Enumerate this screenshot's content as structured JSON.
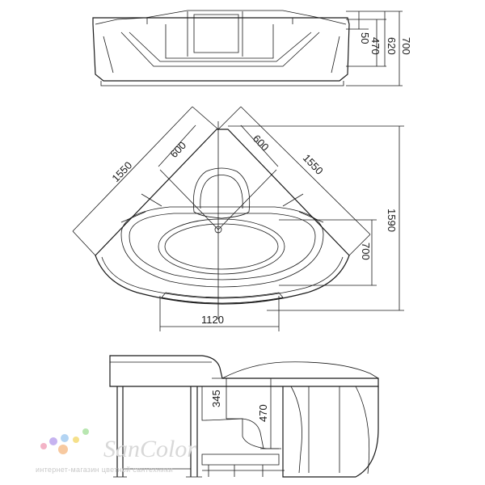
{
  "dimensions": {
    "top_view": {
      "d_50": "50",
      "d_470": "470",
      "d_620": "620",
      "d_700": "700"
    },
    "plan_view": {
      "side_left": "1550",
      "side_right": "1550",
      "diag_left": "600",
      "diag_right": "600",
      "depth": "1590",
      "basin": "700",
      "width": "1120"
    },
    "side_view": {
      "d_345": "345",
      "d_470": "470"
    }
  },
  "watermark": {
    "brand": "SanColor",
    "tagline": "интернет-магазин цветной сантехники",
    "dot_colors": [
      "#f3b3c6",
      "#c6b3f0",
      "#b3d4f3",
      "#f5e08a",
      "#b8e6b0",
      "#f7c9a0"
    ]
  }
}
